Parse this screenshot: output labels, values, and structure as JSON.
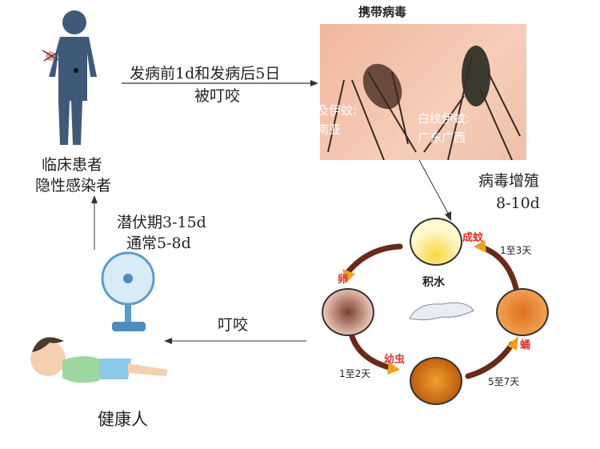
{
  "top_title": "携带病毒",
  "arrow_bite_label_line1": "发病前1d和发病后5日",
  "arrow_bite_label_line2": "被叮咬",
  "patient_line1": "临床患者",
  "patient_line2": "隐性感染者",
  "incubation_line1": "潜伏期3-15d",
  "incubation_line2": "通常5-8d",
  "replication_line1": "病毒增殖",
  "replication_line2": "8-10d",
  "bite_label": "叮咬",
  "healthy_person": "健康人",
  "mosquito_photo": {
    "left_label_line1": "及伊蚊:",
    "left_label_line2": "南亚",
    "right_label_line1": "白纹伊蚊:",
    "right_label_line2": "广东广西"
  },
  "life_cycle": {
    "center": "积水",
    "adult": "成蚊",
    "egg": "卵",
    "larva": "幼虫",
    "pupa": "蛹",
    "egg_to_larva": "1至2天",
    "larva_to_pupa": "5至7天",
    "pupa_to_adult": "1至3天"
  },
  "colors": {
    "stage_label": "#e0302a",
    "skin": "#f2c2a8",
    "patient": "#3f5a78"
  }
}
